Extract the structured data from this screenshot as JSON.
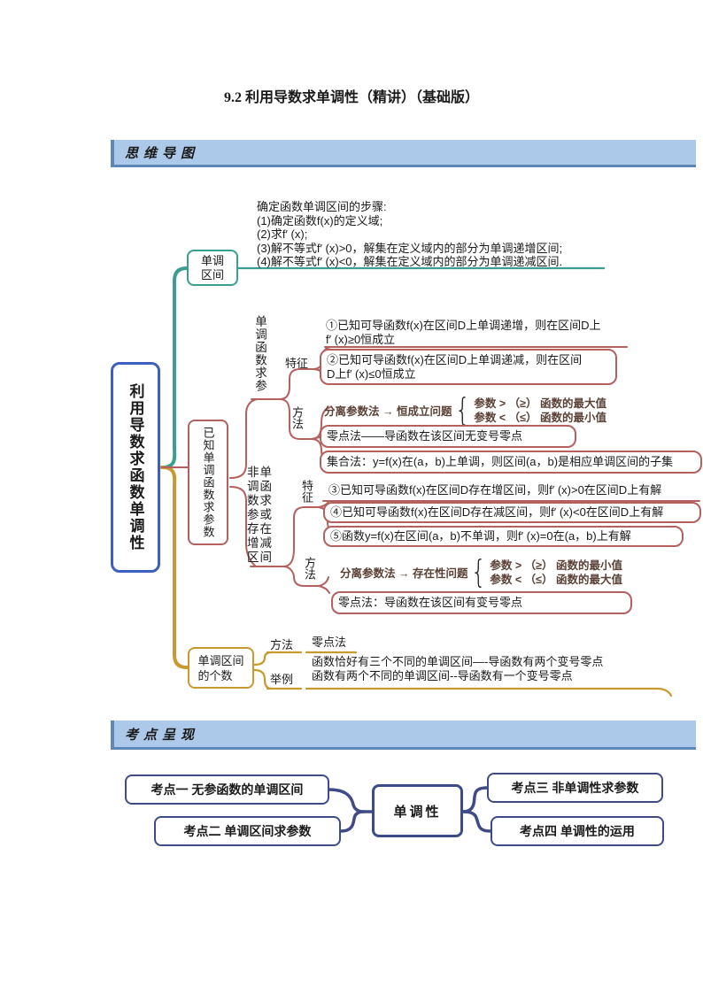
{
  "title": "9.2 利用导数求单调性（精讲）（基础版）",
  "banners": {
    "mindmap": "思维导图",
    "kaodian": "考点呈现"
  },
  "colors": {
    "teal": "#3a9e91",
    "red": "#b3605f",
    "gold": "#c8992e",
    "root_blue": "#3d5fc0",
    "navy": "#3e4b87",
    "banner_bg": "#adc9e9",
    "banner_border": "#5d87b8",
    "emphasis_text": "#5a4036"
  },
  "map1": {
    "root": "利用导数求函数单调性",
    "interval_branch": {
      "label": "单调\n区间",
      "steps": [
        "确定函数单调区间的步骤:",
        "(1)确定函数f(x)的定义域;",
        "(2)求f′ (x);",
        "(3)解不等式f′ (x)>0，解集在定义域内的部分为单调递增区间;",
        "(4)解不等式f′ (x)<0，解集在定义域内的部分为单调递减区间."
      ]
    },
    "param_branch": {
      "label": "已知单调函数求参数",
      "monotone_sub": {
        "label": "单调函数求参",
        "feature": {
          "label": "特征",
          "item1_line1": "①已知可导函数f(x)在区间D上单调递增，则在区间D上",
          "item1_line2": "f′ (x)≥0恒成立",
          "item2_line1": "②已知可导函数f(x)在区间D上单调递减，则在区间",
          "item2_line2": "D上f′ (x)≤0恒成立"
        },
        "method": {
          "label": "方法",
          "separate": "分离参数法 → 恒成立问题",
          "separate_case1": "参数 > （≥） 函数的最大值",
          "separate_case2": "参数 < （≤） 函数的最小值",
          "zero": "零点法——导函数在该区间无变号零点",
          "set": "集合法：y=f(x)在(a，b)上单调，则区间(a，b)是相应单调区间的子集"
        }
      },
      "nonmonotone_sub": {
        "label": "非单调函数求参或存在增减区间",
        "feature": {
          "label": "特征",
          "item3": "③已知可导函数f(x)在区间D存在增区间，则f′ (x)>0在区间D上有解",
          "item4": "④已知可导函数f(x)在区间D存在减区间，则f′ (x)<0在区间D上有解",
          "item5": "⑤函数y=f(x)在区间(a，b)不单调，则f′ (x)=0在(a，b)上有解"
        },
        "method": {
          "label": "方法",
          "separate": "分离参数法 → 存在性问题",
          "separate_case1": "参数 > （≥） 函数的最小值",
          "separate_case2": "参数 < （≤） 函数的最大值",
          "zero": "零点法：导函数在该区间有变号零点"
        }
      }
    },
    "count_branch": {
      "label": "单调区间\n的个数",
      "method_label": "方法",
      "method_value": "零点法",
      "example_label": "举例",
      "example_line1": "函数恰好有三个不同的单调区间—-导函数有两个变号零点",
      "example_line2": "函数有两个不同的单调区间--导函数有一个变号零点"
    }
  },
  "map2": {
    "center": "单调性",
    "k1": "考点一 无参函数的单调区间",
    "k2": "考点二 单调区间求参数",
    "k3": "考点三 非单调性求参数",
    "k4": "考点四 单调性的运用"
  }
}
